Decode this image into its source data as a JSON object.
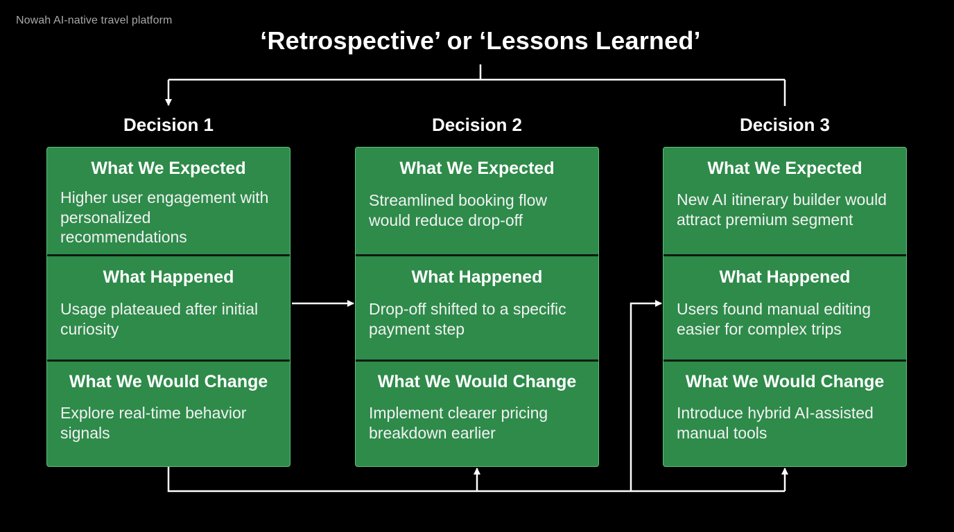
{
  "brand": "Nowah AI-native travel platform",
  "title": "‘Retrospective’ or ‘Lessons Learned’",
  "colors": {
    "background": "#000000",
    "card_fill": "#2e8b4a",
    "card_border": "#5fc07a",
    "divider": "#0b1a10",
    "connector": "#ffffff"
  },
  "decisions": [
    {
      "heading": "Decision 1",
      "expected_title": "What We Expected",
      "expected": "Higher user engagement with personalized recommendations",
      "happened_title": "What Happened",
      "happened": "Usage plateaued after initial curiosity",
      "change_title": "What We Would Change",
      "change": "Explore real-time behavior signals"
    },
    {
      "heading": "Decision 2",
      "expected_title": "What We Expected",
      "expected": "Streamlined booking flow would reduce drop-off",
      "happened_title": "What Happened",
      "happened": "Drop-off shifted to a specific payment step",
      "change_title": "What We Would Change",
      "change": "Implement clearer pricing breakdown earlier"
    },
    {
      "heading": "Decision 3",
      "expected_title": "What We Expected",
      "expected": "New AI itinerary builder would attract premium segment",
      "happened_title": "What Happened",
      "happened": "Users found manual editing easier for complex trips",
      "change_title": "What We Would Change",
      "change": "Introduce hybrid AI-assisted manual tools"
    }
  ]
}
